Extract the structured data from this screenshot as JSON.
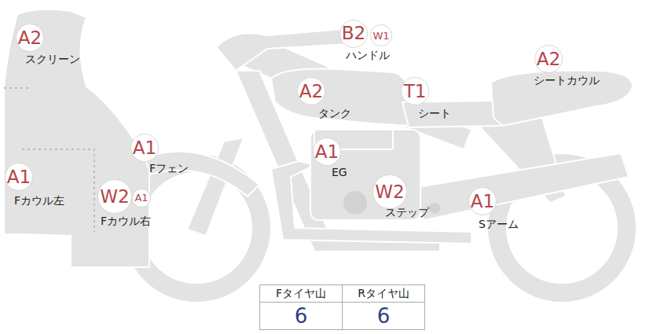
{
  "diagram": {
    "nodes": [
      {
        "text": [
          "A2"
        ]
      },
      {
        "text": [
          "B2"
        ]
      },
      {
        "text": [
          "W1"
        ]
      },
      {
        "text": [
          "A2"
        ]
      },
      {
        "text": [
          "A2"
        ]
      },
      {
        "text": [
          "T1"
        ]
      },
      {
        "text": [
          "A1"
        ]
      },
      {
        "text": [
          "A1"
        ]
      },
      {
        "text": [
          "A1"
        ]
      },
      {
        "text": [
          "W2"
        ]
      },
      {
        "text": [
          "A1"
        ]
      },
      {
        "text": [
          "W2"
        ]
      },
      {
        "text": [
          "A1"
        ]
      }
    ],
    "labels": [
      "スクリーン",
      "ハンドル",
      "シートカウル",
      "タンク",
      "シート",
      "Fフェン",
      "EG",
      "Fカウル左",
      "Fカウル右",
      "ステップ",
      "Sアーム",
      "Fタイヤ山",
      "Rタイヤ山",
      "6",
      "6"
    ]
  }
}
